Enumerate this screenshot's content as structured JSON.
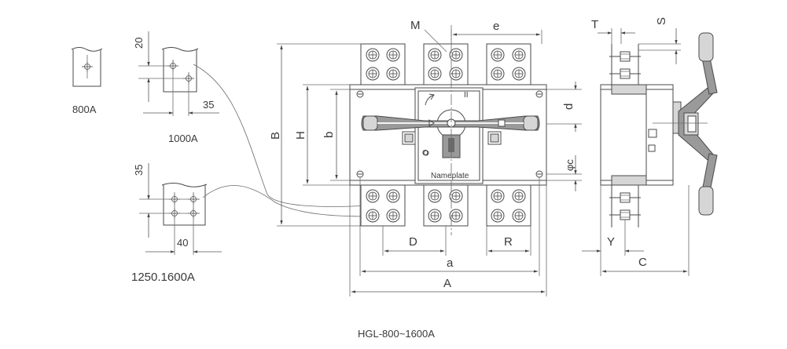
{
  "labels": {
    "a800": "800A",
    "a1000": "1000A",
    "a1250": "1250.1600A",
    "caption": "HGL-800~1600A",
    "nameplate": "Nameplate",
    "pos_one": "I",
    "pos_two": "II",
    "pos_zero": "O"
  },
  "dims": {
    "d20": "20",
    "d35a": "35",
    "d35b": "35",
    "d40": "40",
    "M": "M",
    "e": "e",
    "B": "B",
    "H": "H",
    "b": "b",
    "d": "d",
    "phic": "φc",
    "D": "D",
    "R": "R",
    "a": "a",
    "A": "A",
    "T": "T",
    "S": "S",
    "Y": "Y",
    "C": "C"
  }
}
